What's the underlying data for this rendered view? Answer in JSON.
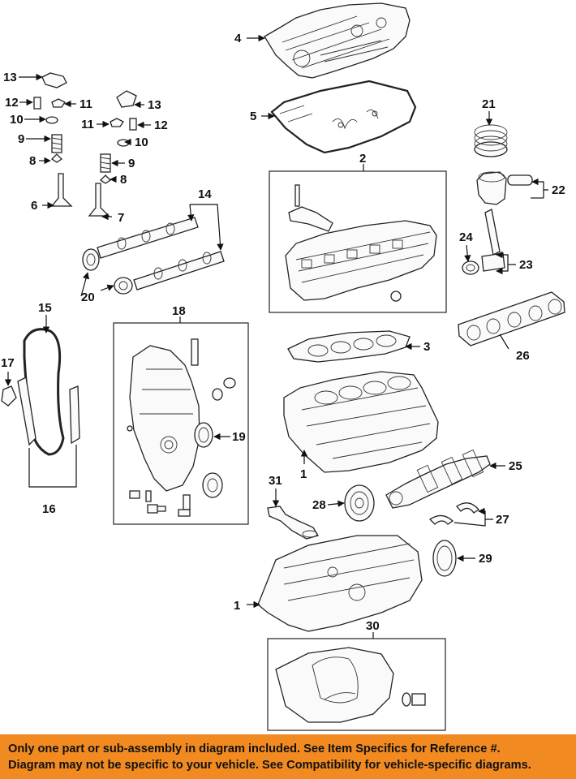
{
  "callouts": {
    "c1a": "1",
    "c1b": "1",
    "c2": "2",
    "c3": "3",
    "c4": "4",
    "c5": "5",
    "c6": "6",
    "c7": "7",
    "c8a": "8",
    "c8b": "8",
    "c9a": "9",
    "c9b": "9",
    "c10a": "10",
    "c10b": "10",
    "c11a": "11",
    "c11b": "11",
    "c12a": "12",
    "c12b": "12",
    "c13a": "13",
    "c13b": "13",
    "c14": "14",
    "c15": "15",
    "c16": "16",
    "c17": "17",
    "c18": "18",
    "c19": "19",
    "c20": "20",
    "c21": "21",
    "c22": "22",
    "c23": "23",
    "c24": "24",
    "c25": "25",
    "c26": "26",
    "c27": "27",
    "c28": "28",
    "c29": "29",
    "c30": "30",
    "c31": "31"
  },
  "footer": {
    "line1": "Only one part or sub-assembly in diagram included. See Item Specifics for Reference #.",
    "line2": "Diagram may not be specific to your vehicle. See Compatibility for vehicle-specific diagrams."
  },
  "colors": {
    "banner": "#f18a21",
    "ink": "#111111"
  }
}
